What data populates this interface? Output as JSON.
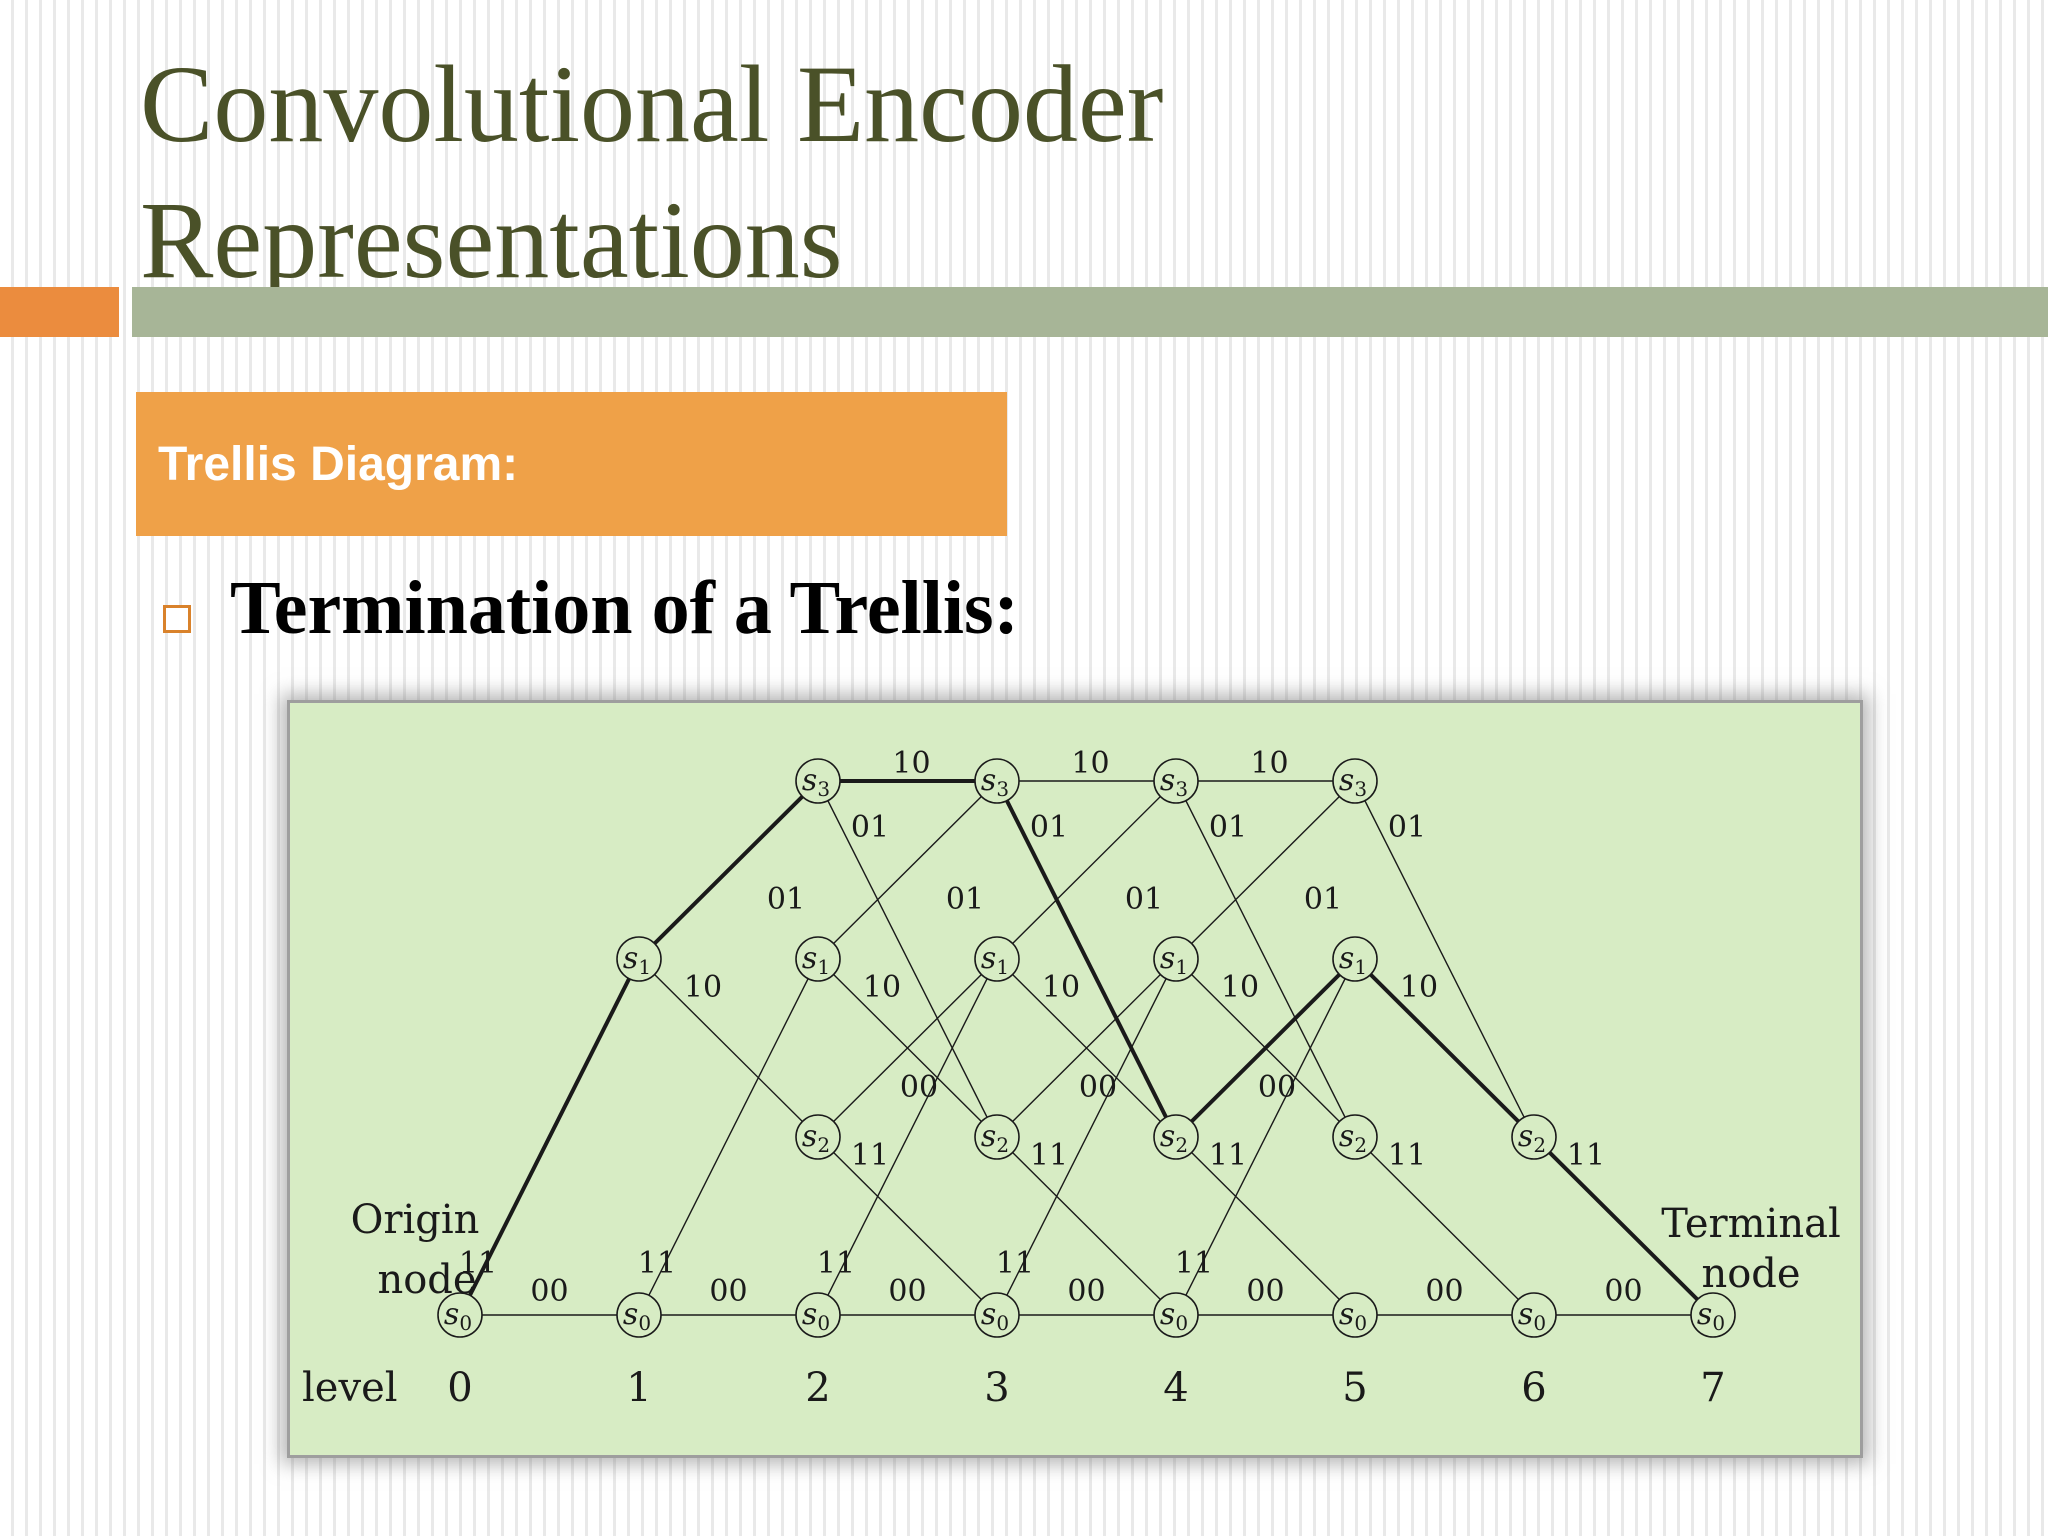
{
  "slide": {
    "title_line1": "Convolutional Encoder",
    "title_line2": "Representations",
    "banner": "Trellis Diagram:",
    "bullet": "Termination of a Trellis:"
  },
  "diagram": {
    "states": [
      "s0",
      "s1",
      "s2",
      "s3"
    ],
    "levels": [
      "0",
      "1",
      "2",
      "3",
      "4",
      "5",
      "6",
      "7"
    ],
    "level_caption": "level",
    "origin_label": [
      "Origin",
      "node"
    ],
    "terminal_label": [
      "Terminal",
      "node"
    ],
    "transitions": [
      {
        "from": "s0",
        "to": "s0",
        "output": "00"
      },
      {
        "from": "s0",
        "to": "s1",
        "output": "11"
      },
      {
        "from": "s1",
        "to": "s2",
        "output": "10"
      },
      {
        "from": "s1",
        "to": "s3",
        "output": "01"
      },
      {
        "from": "s2",
        "to": "s0",
        "output": "11"
      },
      {
        "from": "s2",
        "to": "s1",
        "output": "00"
      },
      {
        "from": "s3",
        "to": "s2",
        "output": "01"
      },
      {
        "from": "s3",
        "to": "s3",
        "output": "10"
      }
    ],
    "highlighted_path": [
      "s0",
      "s1",
      "s3",
      "s3",
      "s2",
      "s1",
      "s2",
      "s0"
    ]
  }
}
